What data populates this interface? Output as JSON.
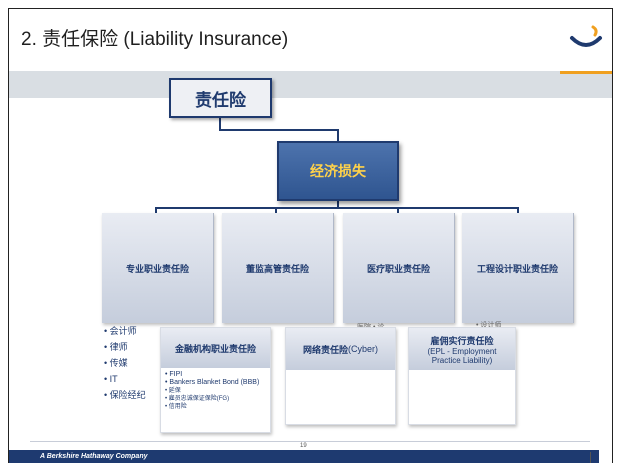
{
  "slide": {
    "title": "2. 责任保险 (Liability Insurance)",
    "page_number": "19",
    "footer": "A Berkshire Hathaway Company"
  },
  "colors": {
    "navy": "#1f3a6e",
    "accent_orange": "#f0a020",
    "econ_fill": "#3d64a0",
    "econ_text": "#ffd24a"
  },
  "icons": {
    "logo": "smile-logo"
  },
  "diagram": {
    "root": "责任险",
    "level1": "经济损失",
    "categories": [
      "专业职业责任险",
      "董监高管责任险",
      "医疗职业责任险",
      "工程设计职业责任险"
    ],
    "professional_list": [
      "• 会计师",
      "• 律师",
      "• 传媒",
      "• IT",
      "• 保险经纪"
    ],
    "peek_texts": [
      "医院 • 诊",
      "• 设计师"
    ],
    "sub_boxes": {
      "financial": {
        "title": "金融机构职业责任险",
        "items": [
          "• FIPI",
          "• Bankers Blanket Bond (BBB)",
          "• 延保",
          "• 雇员忠诚保证保险(FG)",
          "• 信用险"
        ]
      },
      "cyber": {
        "title_cn": "网络责任险",
        "title_en": "(Cyber)"
      },
      "epl": {
        "title": "雇佣实行责任险",
        "subtitle": "(EPL - Employment Practice Liability)"
      }
    }
  }
}
